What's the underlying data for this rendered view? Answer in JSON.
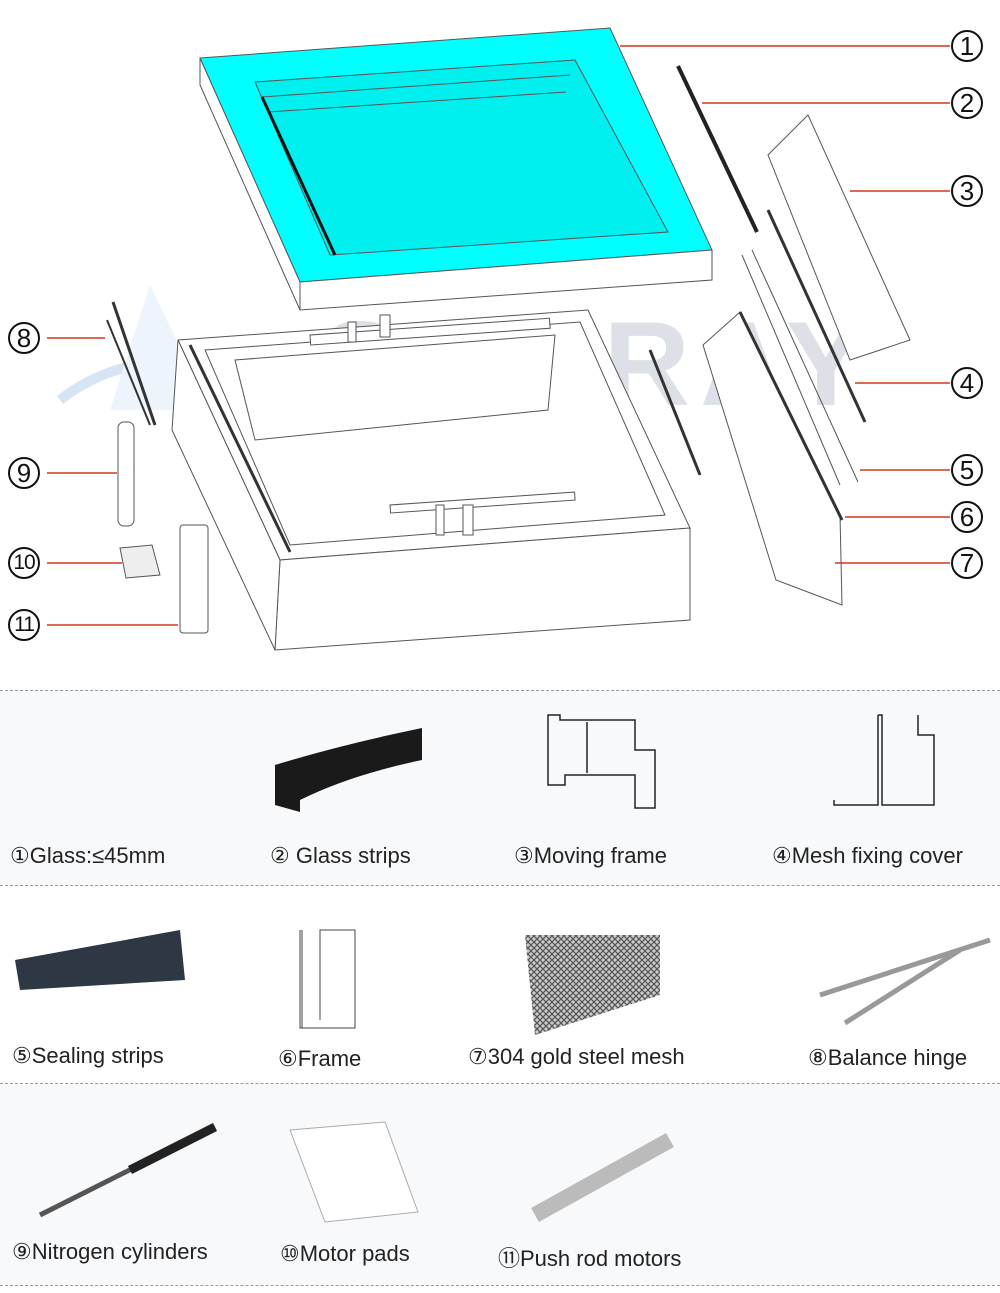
{
  "watermark": "SUNRAY",
  "callouts": [
    "1",
    "2",
    "3",
    "4",
    "5",
    "6",
    "7",
    "8",
    "9",
    "10",
    "11"
  ],
  "parts": [
    {
      "label": "①Glass:≤45mm"
    },
    {
      "label": "② Glass strips"
    },
    {
      "label": "③Moving frame"
    },
    {
      "label": "④Mesh fixing cover"
    },
    {
      "label": "⑤Sealing strips"
    },
    {
      "label": "⑥Frame"
    },
    {
      "label": "⑦304 gold steel mesh"
    },
    {
      "label": "⑧Balance hinge"
    },
    {
      "label": "⑨Nitrogen cylinders"
    },
    {
      "label": "⑩Motor pads"
    },
    {
      "label": "⑪Push rod motors"
    }
  ],
  "colors": {
    "glass": "#00ffff",
    "leader": "#d23a1a",
    "line": "#555555"
  }
}
